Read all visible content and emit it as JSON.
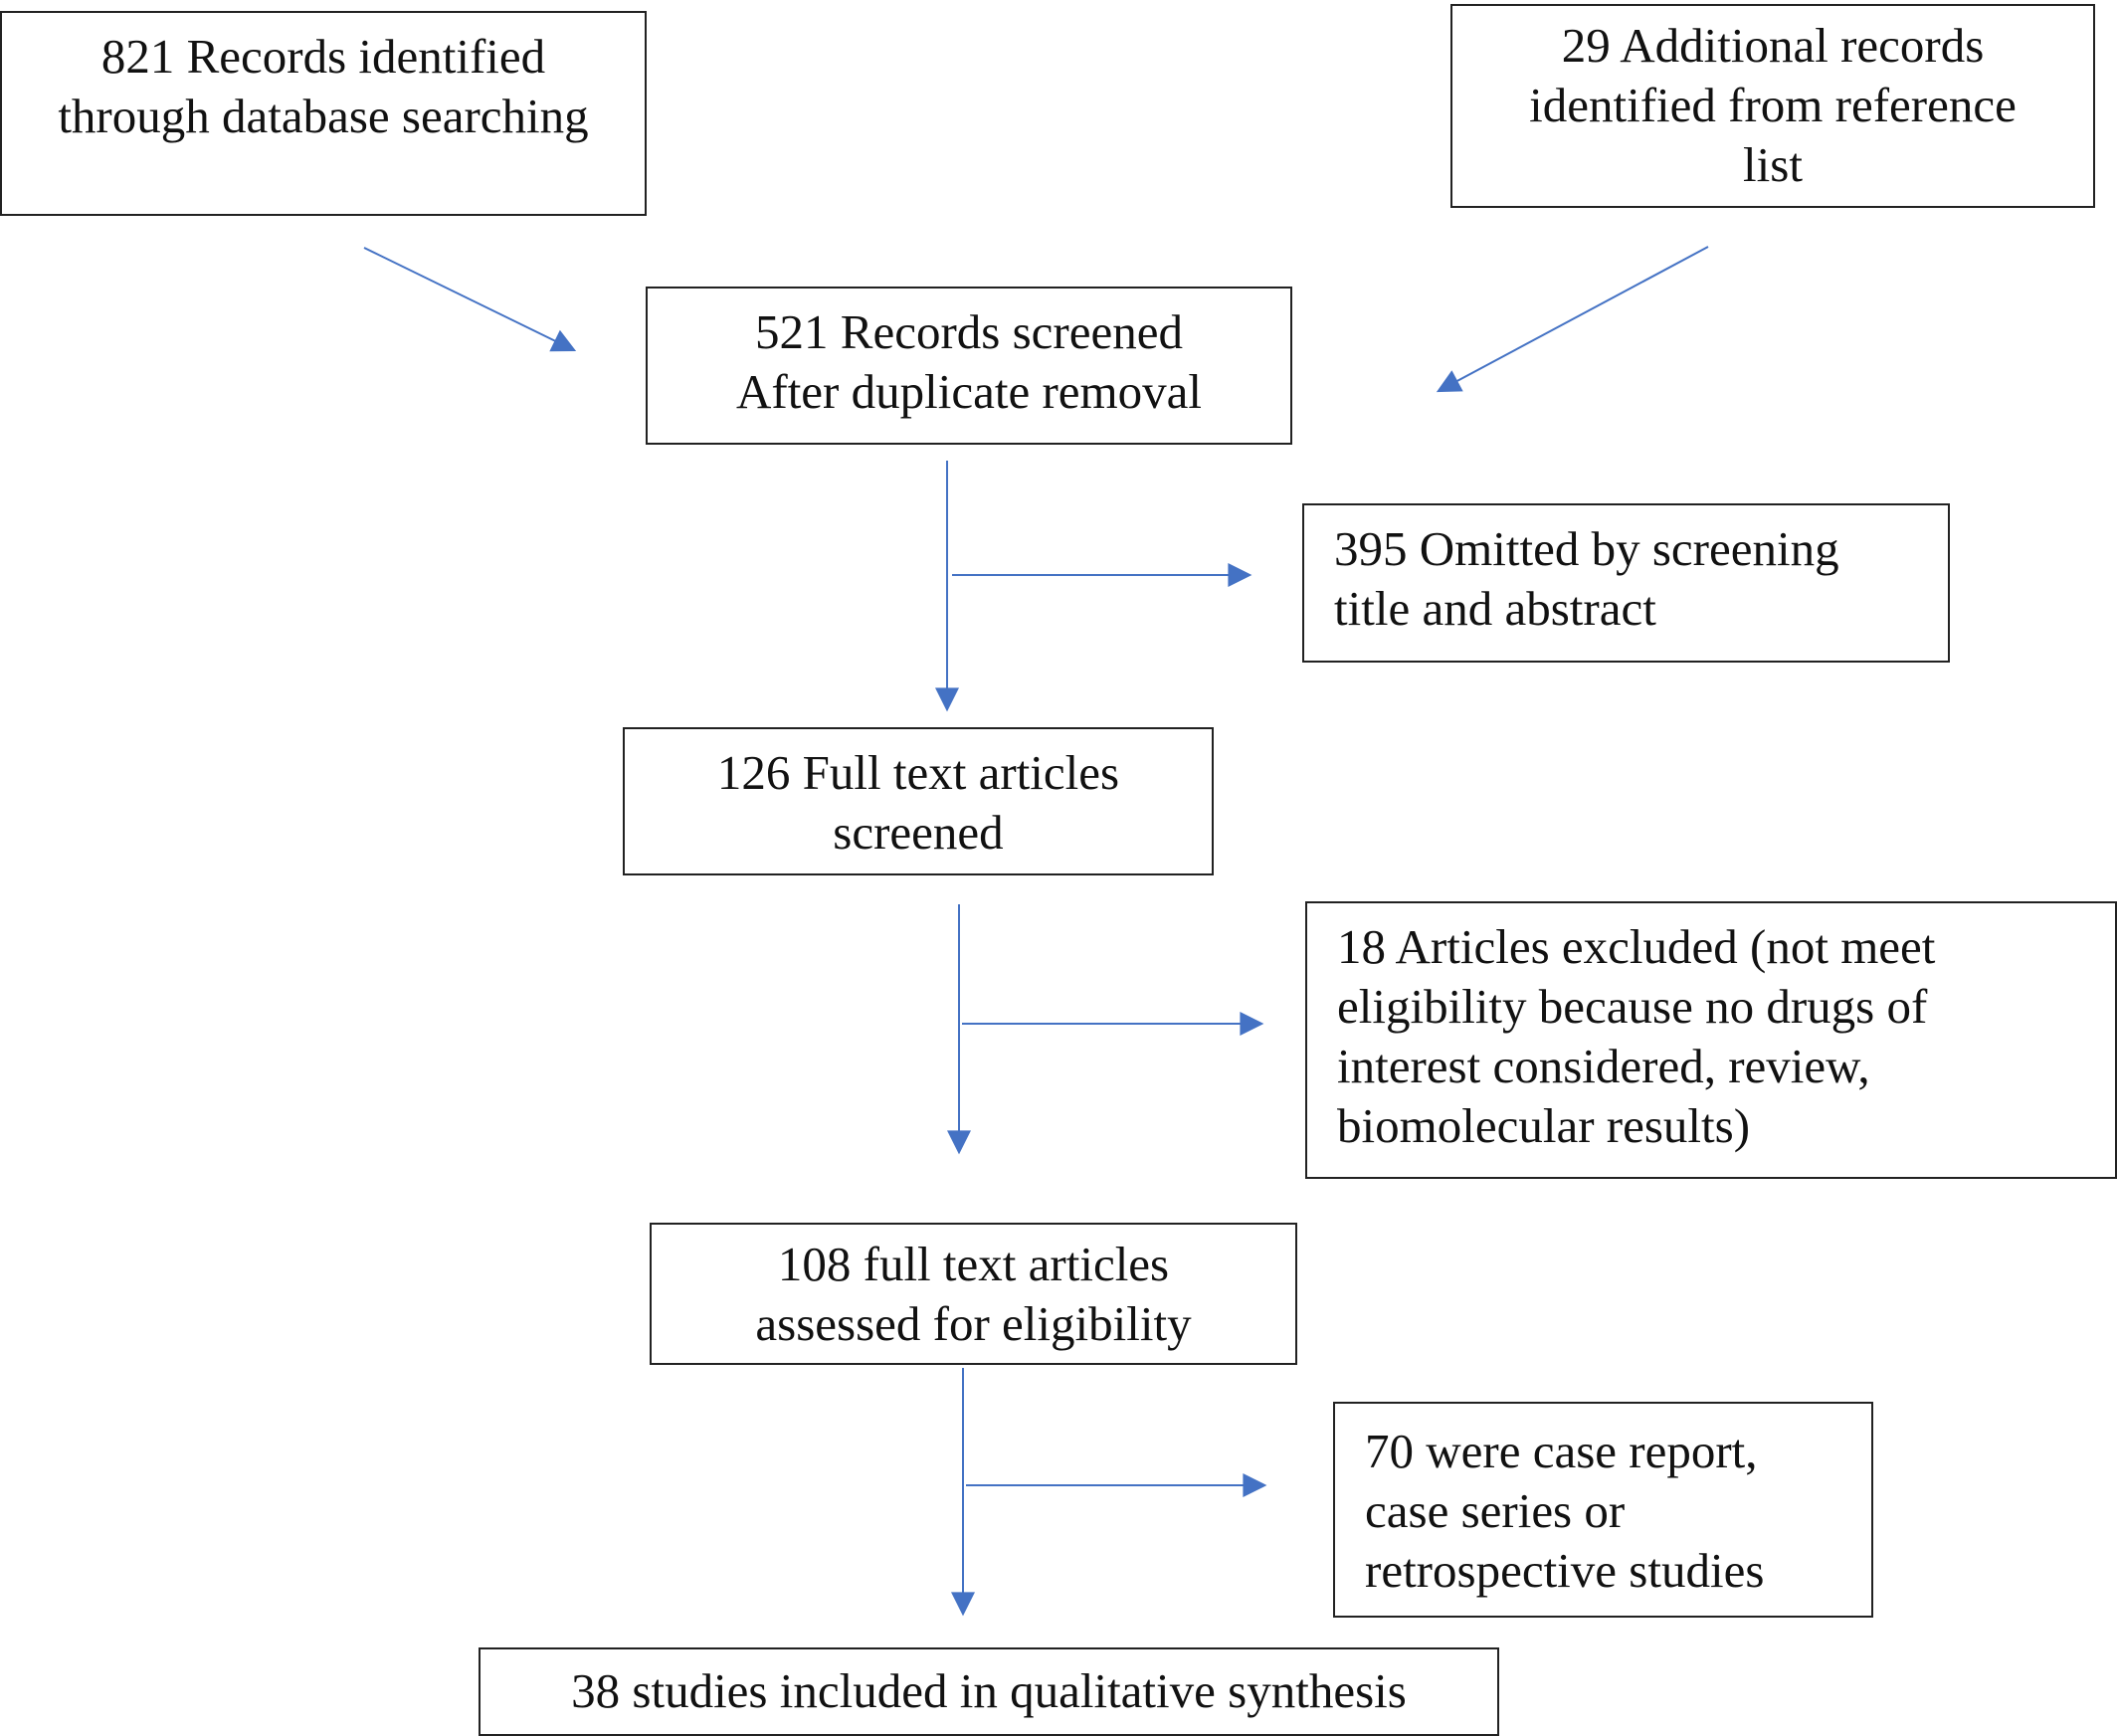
{
  "boxes": {
    "database": [
      "821 Records identified",
      "through database searching"
    ],
    "additional": [
      "29 Additional records",
      "identified from reference",
      "list"
    ],
    "screened": [
      "521 Records screened",
      "After duplicate removal"
    ],
    "omitted": [
      "395 Omitted by screening",
      "title and abstract"
    ],
    "fulltext": [
      "126 Full text articles",
      "screened"
    ],
    "excluded": [
      "18 Articles excluded (not meet",
      "eligibility because no drugs of",
      "interest considered, review,",
      "biomolecular results)"
    ],
    "assessed": [
      "108 full text articles",
      "assessed for eligibility"
    ],
    "casereport": [
      "70 were case report,",
      "case series or",
      "retrospective studies"
    ],
    "included": [
      "38 studies included in qualitative synthesis"
    ]
  },
  "colors": {
    "arrow": "#4472C4",
    "border": "#222222"
  }
}
